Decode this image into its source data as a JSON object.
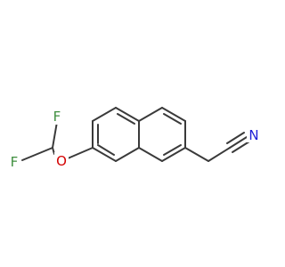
{
  "molecule": {
    "atoms": [
      {
        "key": "f_top",
        "text": "F",
        "color": "#3f8f3f"
      },
      {
        "key": "f_left",
        "text": "F",
        "color": "#3f8f3f"
      },
      {
        "key": "o",
        "text": "O",
        "color": "#d40000"
      },
      {
        "key": "n",
        "text": "N",
        "color": "#1f1fd6"
      }
    ],
    "bond_color": "#3a3a3a"
  }
}
